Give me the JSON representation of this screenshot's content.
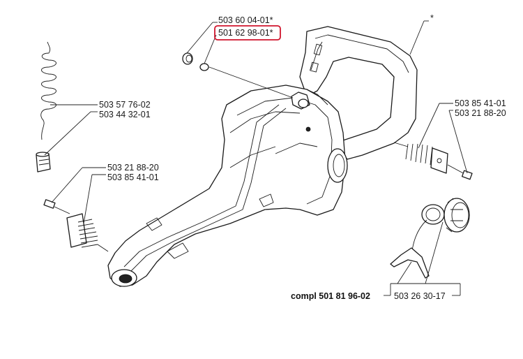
{
  "labels": {
    "top_label_1": "503 60 04-01*",
    "top_label_2": "501 62 98-01*",
    "star": "*",
    "spring_label_1": "503 57 76-02",
    "spring_label_2": "503 44 32-01",
    "left_mount_label_1": "503 21 88-20",
    "left_mount_label_2": "503 85 41-01",
    "right_mount_label_1": "503 85 41-01",
    "right_mount_label_2": "503 21 88-20",
    "compl_label": "compl 501 81 96-02",
    "cap_label": "503 26 30-17"
  },
  "colors": {
    "highlight": "#d0142c",
    "line": "#1a1a1a"
  }
}
